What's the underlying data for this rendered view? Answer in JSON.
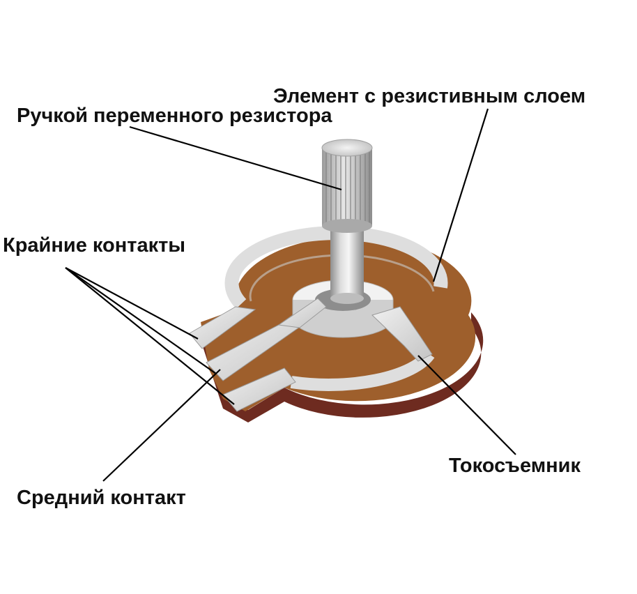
{
  "labels": {
    "resistive_element": "Элемент с резистивным слоем",
    "handle": "Ручкой переменного резистора",
    "outer_contacts": "Крайние контакты",
    "wiper": "Токосъемник",
    "middle_contact": "Средний контакт"
  },
  "colors": {
    "track_brown": "#9e5f2c",
    "base_edge": "#6e2b20",
    "metal_light": "#e2e2e2",
    "metal_dark": "#a9a9a9",
    "leader_line": "#000000"
  }
}
